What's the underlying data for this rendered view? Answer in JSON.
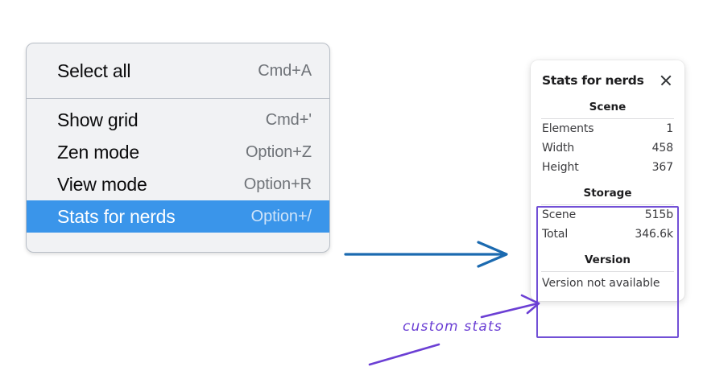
{
  "context_menu": {
    "groups": [
      {
        "items": [
          {
            "label": "Select all",
            "shortcut": "Cmd+A",
            "selected": false
          }
        ]
      },
      {
        "items": [
          {
            "label": "Show grid",
            "shortcut": "Cmd+'",
            "selected": false
          },
          {
            "label": "Zen mode",
            "shortcut": "Option+Z",
            "selected": false
          },
          {
            "label": "View mode",
            "shortcut": "Option+R",
            "selected": false
          },
          {
            "label": "Stats for nerds",
            "shortcut": "Option+/",
            "selected": true
          }
        ]
      }
    ],
    "selected_color": "#3a95ea"
  },
  "stats_panel": {
    "title": "Stats for nerds",
    "close_icon": "close-icon",
    "sections": [
      {
        "heading": "Scene",
        "rows": [
          {
            "key": "Elements",
            "value": "1"
          },
          {
            "key": "Width",
            "value": "458"
          },
          {
            "key": "Height",
            "value": "367"
          }
        ]
      },
      {
        "heading": "Storage",
        "rows": [
          {
            "key": "Scene",
            "value": "515b"
          },
          {
            "key": "Total",
            "value": "346.6k"
          }
        ]
      },
      {
        "heading": "Version",
        "note": "Version not available"
      }
    ]
  },
  "annotations": {
    "handwritten_label": "custom stats",
    "highlight_color": "#7250d6",
    "arrow_blue_color": "#1b6ab0",
    "arrow_purple_color": "#6b3fd4"
  }
}
